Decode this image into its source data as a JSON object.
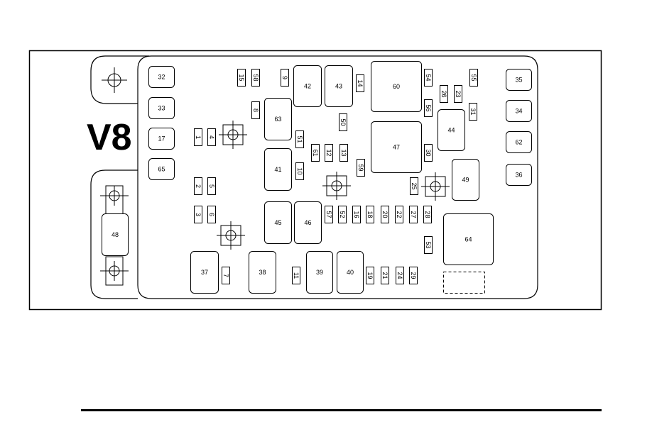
{
  "engine_label": "V8",
  "rounded_cells": [
    {
      "id": "32"
    },
    {
      "id": "33"
    },
    {
      "id": "17"
    },
    {
      "id": "65"
    },
    {
      "id": "35"
    },
    {
      "id": "34"
    },
    {
      "id": "62"
    },
    {
      "id": "36"
    },
    {
      "id": "42"
    },
    {
      "id": "43"
    },
    {
      "id": "60"
    },
    {
      "id": "63"
    },
    {
      "id": "47"
    },
    {
      "id": "44"
    },
    {
      "id": "41"
    },
    {
      "id": "49"
    },
    {
      "id": "45"
    },
    {
      "id": "46"
    },
    {
      "id": "64"
    },
    {
      "id": "37"
    },
    {
      "id": "38"
    },
    {
      "id": "39"
    },
    {
      "id": "40"
    },
    {
      "id": "48"
    }
  ],
  "fuses": [
    {
      "id": "15"
    },
    {
      "id": "58"
    },
    {
      "id": "9"
    },
    {
      "id": "14"
    },
    {
      "id": "54"
    },
    {
      "id": "55"
    },
    {
      "id": "26"
    },
    {
      "id": "23"
    },
    {
      "id": "56"
    },
    {
      "id": "31"
    },
    {
      "id": "8"
    },
    {
      "id": "50"
    },
    {
      "id": "1"
    },
    {
      "id": "4"
    },
    {
      "id": "51"
    },
    {
      "id": "61"
    },
    {
      "id": "12"
    },
    {
      "id": "13"
    },
    {
      "id": "30"
    },
    {
      "id": "10"
    },
    {
      "id": "59"
    },
    {
      "id": "2"
    },
    {
      "id": "5"
    },
    {
      "id": "25"
    },
    {
      "id": "3"
    },
    {
      "id": "6"
    },
    {
      "id": "57"
    },
    {
      "id": "52"
    },
    {
      "id": "16"
    },
    {
      "id": "18"
    },
    {
      "id": "20"
    },
    {
      "id": "22"
    },
    {
      "id": "27"
    },
    {
      "id": "28"
    },
    {
      "id": "53"
    },
    {
      "id": "7"
    },
    {
      "id": "11"
    },
    {
      "id": "19"
    },
    {
      "id": "21"
    },
    {
      "id": "24"
    },
    {
      "id": "29"
    }
  ]
}
